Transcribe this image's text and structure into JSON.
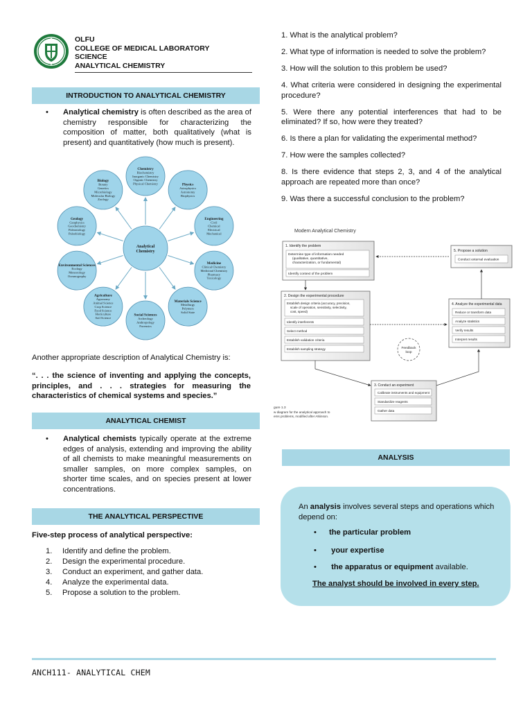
{
  "header": {
    "institution_lines": [
      "OLFU",
      "COLLEGE OF MEDICAL LABORATORY",
      "SCIENCE",
      "ANALYTICAL CHEMISTRY"
    ]
  },
  "intro": {
    "heading": "INTRODUCTION TO ANALYTICAL CHEMISTRY",
    "bullet_bold": "Analytical chemistry",
    "bullet_rest": " is often described as the area of chemistry responsible for characterizing the composition of matter, both qualitatively (what is present) and quantitatively (how much is present).",
    "another_desc": "Another appropriate description of Analytical Chemistry is:",
    "quote": "“. . . the science of inventing and applying the concepts, principles, and . . . strategies for measuring the characteristics of chemical systems and species.”"
  },
  "disciplines_diagram": {
    "center": [
      "Analytical",
      "Chemistry"
    ],
    "nodes": [
      {
        "title": "Chemistry",
        "items": [
          "Biochemistry",
          "Inorganic Chemistry",
          "Organic Chemistry",
          "Physical Chemistry"
        ]
      },
      {
        "title": "Physics",
        "items": [
          "Astrophysics",
          "Astronomy",
          "Biophysics"
        ]
      },
      {
        "title": "Engineering",
        "items": [
          "Civil",
          "Chemical",
          "Electrical",
          "Mechanical"
        ]
      },
      {
        "title": "Medicine",
        "items": [
          "Clinical Chemistry",
          "Medicinal Chemistry",
          "Pharmacy",
          "Toxicology"
        ]
      },
      {
        "title": "Materials Science",
        "items": [
          "Metallurgy",
          "Polymers",
          "Solid State"
        ]
      },
      {
        "title": "Social Sciences",
        "items": [
          "Archeology",
          "Anthropology",
          "Forensics"
        ]
      },
      {
        "title": "Agriculture",
        "items": [
          "Agronomy",
          "Animal Science",
          "Crop Science",
          "Food Science",
          "Horticulture",
          "Soil Science"
        ]
      },
      {
        "title": "Environmental Sciences",
        "items": [
          "Ecology",
          "Meteorology",
          "Oceanography"
        ]
      },
      {
        "title": "Geology",
        "items": [
          "Geophysics",
          "Geochemistry",
          "Paleontology",
          "Paleobiology"
        ]
      },
      {
        "title": "Biology",
        "items": [
          "Botany",
          "Genetics",
          "Microbiology",
          "Molecular Biology",
          "Zoology"
        ]
      }
    ]
  },
  "chemist": {
    "heading": "ANALYTICAL CHEMIST",
    "bullet_bold": "Analytical chemists",
    "bullet_rest": " typically operate at the extreme edges of analysis, extending and improving the ability of all chemists to make meaningful measurements on smaller samples, on more complex samples, on shorter time scales, and on species present at lower concentrations."
  },
  "perspective": {
    "heading": "THE ANALYTICAL PERSPECTIVE",
    "subtitle": "Five-step process of analytical perspective:",
    "steps": [
      {
        "n": "1.",
        "text": "Identify and define the problem."
      },
      {
        "n": "2.",
        "text": "Design the experimental procedure."
      },
      {
        "n": "3.",
        "text": "Conduct an experiment, and gather data."
      },
      {
        "n": "4.",
        "text": "Analyze the experimental data."
      },
      {
        "n": "5.",
        "text": "Propose a solution to the problem."
      }
    ]
  },
  "questions": [
    "1. What is the analytical problem?",
    "2. What type of information is needed to solve the problem?",
    "3. How will the solution to this problem be used?",
    "4. What criteria were considered in designing the experimental procedure?",
    "5. Were there any potential interferences that had to be eliminated? If so, how were they treated?",
    "6. Is there a plan for validating the experimental method?",
    "7. How were the samples collected?",
    "8. Is there evidence that steps 2, 3, and 4 of the analytical approach are repeated more than once?",
    "9. Was there a successful conclusion to the problem?"
  ],
  "flow_diagram": {
    "title": "Modern Analytical Chemistry",
    "box1": {
      "title": "1. Identify the problem",
      "items": [
        "Determine type of information needed",
        "(qualitative, quantitative,",
        "characterization, or fundamental)",
        "Identify context of the problem"
      ]
    },
    "box2": {
      "title": "2. Design the experimental procedure",
      "items": [
        "Establish design criteria (accuracy, precision,",
        "scale of operation, sensitivity, selectivity,",
        "cost, speed)",
        "Identify interferents",
        "Select method",
        "Establish validation criteria",
        "Establish sampling strategy"
      ]
    },
    "box3": {
      "title": "3. Conduct an experiment",
      "items": [
        "Calibrate instruments and equipment",
        "Standardize reagents",
        "Gather data"
      ]
    },
    "box4": {
      "title": "4. Analyze the experimental data",
      "items": [
        "Reduce or transform data",
        "Analyze statistics",
        "Verify results",
        "Interpret results"
      ]
    },
    "box5": {
      "title": "5. Propose a solution",
      "items": [
        "Conduct external evaluation"
      ]
    },
    "feedback": [
      "Feedback",
      "loop"
    ],
    "caption": [
      "gure 1.3",
      "w diagram for the analytical approach to",
      "ems problems, modified after Atkinson."
    ]
  },
  "analysis": {
    "heading": "ANALYSIS",
    "intro_pre": "An ",
    "intro_bold": "analysis",
    "intro_post": " involves several steps and operations which depend on:",
    "item1": "the particular problem",
    "item2": "your expertise",
    "item3_bold": "the apparatus or equipment",
    "item3_rest": " available.",
    "footer": "The analyst should be involved in every step.",
    "bullet": "•"
  },
  "footer": {
    "text": "ANCH111- ANALYTICAL CHEM"
  },
  "colors": {
    "bar": "#a8d7e5",
    "analysis_box": "#b5e0ea",
    "logo_green": "#1e7a3c",
    "bubble": "#9fd4ea"
  }
}
